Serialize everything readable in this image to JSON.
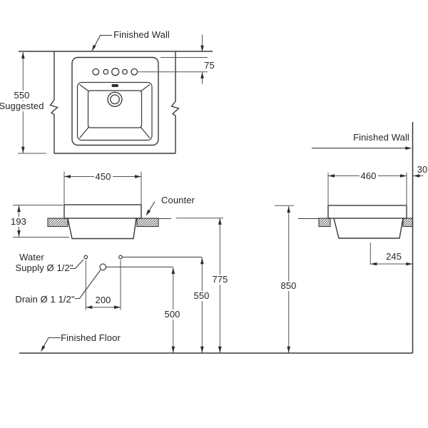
{
  "labels": {
    "finished_wall_top": "Finished Wall",
    "finished_wall_right": "Finished Wall",
    "counter": "Counter",
    "finished_floor": "Finished Floor",
    "water_line1": "Water",
    "water_line2": "Supply Ø 1/2\"",
    "drain": "Drain Ø 1 1/2\""
  },
  "dimensions": {
    "suggested_value": "550",
    "suggested_note": "Suggested",
    "hole_offset": "75",
    "cutout_width_top": "450",
    "basin_depth": "193",
    "supply_spacing": "200",
    "drain_height": "500",
    "supply_height": "550",
    "counter_height": "775",
    "rim_height": "850",
    "cutout_width_side": "460",
    "wall_gap": "30",
    "drain_wall_offset": "245"
  }
}
